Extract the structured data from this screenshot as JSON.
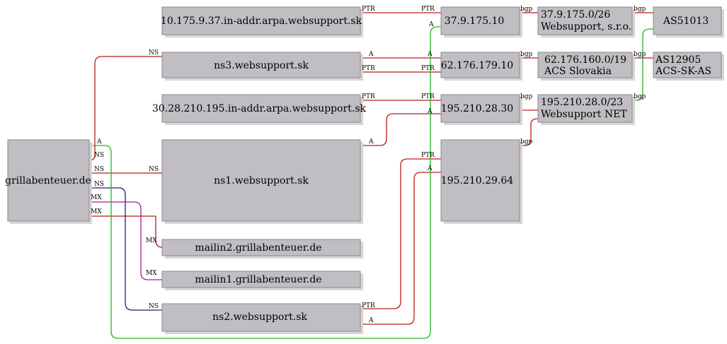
{
  "nodes": {
    "grillabenteuer": "grillabenteuer.de",
    "ptr_10": "10.175.9.37.in-addr.arpa.websupport.sk",
    "ns3": "ns3.websupport.sk",
    "ptr_30": "30.28.210.195.in-addr.arpa.websupport.sk",
    "ns1": "ns1.websupport.sk",
    "mailin2": "mailin2.grillabenteuer.de",
    "mailin1": "mailin1.grillabenteuer.de",
    "ns2": "ns2.websupport.sk",
    "ip_37": "37.9.175.10",
    "ip_62": "62.176.179.10",
    "ip_195_30": "195.210.28.30",
    "ip_195_64": "195.210.29.64",
    "net_37": [
      "37.9.175.0/26",
      "Websupport, s.r.o."
    ],
    "net_62": [
      "62.176.160.0/19",
      "ACS Slovakia"
    ],
    "net_195": [
      "195.210.28.0/23",
      "Websupport NET"
    ],
    "as_51013": "AS51013",
    "as_12905": [
      "AS12905",
      "ACS-SK-AS"
    ]
  },
  "edge_labels": {
    "ns": "NS",
    "mx": "MX",
    "a": "A",
    "ptr": "PTR",
    "bgp": "bgp"
  },
  "colors": {
    "red": "#b81c1c",
    "green": "#21b421",
    "navy": "#1a1a8c",
    "purple": "#a01a9a",
    "node_fill": "#c0bec2"
  }
}
